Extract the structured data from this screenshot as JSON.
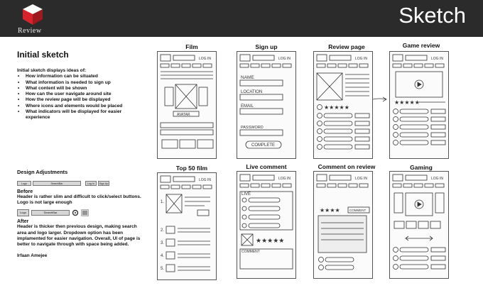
{
  "header": {
    "logo_text": "Review",
    "page_title": "Sketch"
  },
  "intro": {
    "title": "Initial sketch",
    "lead": "Initial sketch displays ideas of:",
    "bullets": [
      "How information can be situated",
      "What information is needed to sign up",
      "What content will be shown",
      "How can the user navigate around site",
      "How the review page will be displayed",
      "Where icons and elements would be placed",
      "What indicators will be displayed for easier experience"
    ]
  },
  "adjustments": {
    "title": "Design Adjustments",
    "before_bar": [
      "Logo",
      "SearchBar",
      "Log In",
      "Sign Up"
    ],
    "before_label": "Before",
    "before_text": "Header is rather slim and difficult to click/select buttons. Logo is not large enough",
    "after_bar": [
      "Logo",
      "SearchBar"
    ],
    "after_label": "After",
    "after_text": "Header is thicker then previous design, making search area and logo larger. Dropdown option has been implamented for easier navigation. Overall, UI of page is better to navigate through with space being added.",
    "author": "Irfaan Amejee"
  },
  "sketches": [
    {
      "title": "Film",
      "notes": [
        "LOG IN",
        "AVATAR"
      ]
    },
    {
      "title": "Sign up",
      "notes": [
        "LOG IN",
        "NAME",
        "LOCATION",
        "EMAIL",
        "PASSWORD",
        "COMPLETE"
      ]
    },
    {
      "title": "Review page",
      "notes": [
        "LOG IN"
      ]
    },
    {
      "title": "Game review",
      "notes": [
        "LOG IN"
      ]
    },
    {
      "title": "Top 50 film",
      "notes": [
        "LOG IN"
      ]
    },
    {
      "title": "Live comment",
      "notes": [
        "LOG IN",
        "LIVE",
        "COMMENT"
      ]
    },
    {
      "title": "Comment on review",
      "notes": [
        "LOG IN",
        "COMMENT"
      ]
    },
    {
      "title": "Gaming",
      "notes": [
        "LOG IN"
      ]
    }
  ],
  "colors": {
    "header_bg": "#2b2b2b",
    "logo_red": "#d8232a"
  }
}
